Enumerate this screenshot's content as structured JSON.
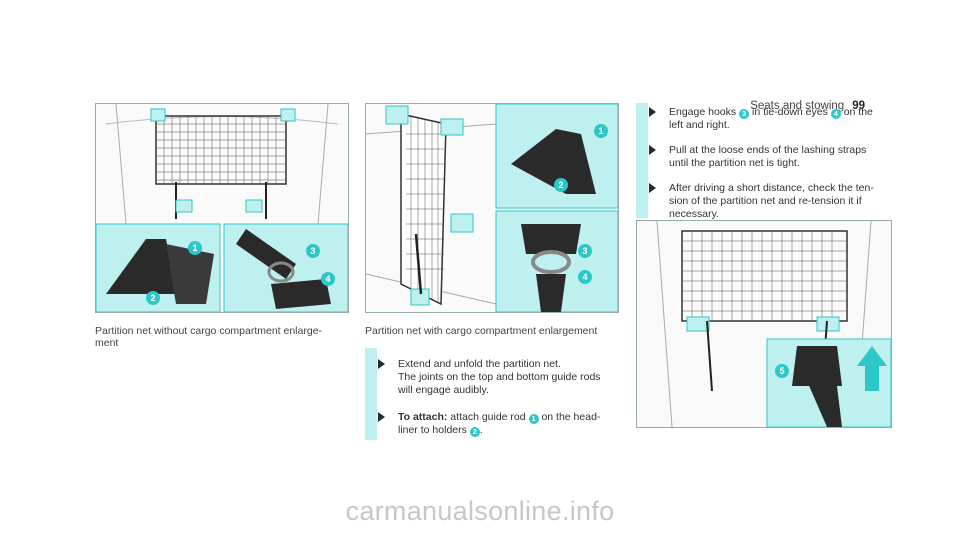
{
  "header": {
    "section": "Seats and stowing",
    "page": "99"
  },
  "figures": {
    "left_caption": [
      "Partition net without cargo compartment enlarge-",
      "ment"
    ],
    "middle_caption": "Partition net with cargo compartment enlargement",
    "callouts": {
      "n1": "1",
      "n2": "2",
      "n3": "3",
      "n4": "4",
      "n5": "5"
    }
  },
  "steps_middle": {
    "s1_line1": "Extend and unfold the partition net.",
    "s1_line2": "The joints on the top and bottom guide rods",
    "s1_line3": "will engage audibly.",
    "s2_bold": "To attach:",
    "s2_a": " attach guide rod ",
    "s2_b": " on the head-",
    "s2_line2_a": "liner to holders ",
    "s2_line2_b": "."
  },
  "steps_right": {
    "s1_a": "Engage hooks ",
    "s1_b": " in tie-down eyes ",
    "s1_c": " on the",
    "s1_line2": "left and right.",
    "s2_line1": "Pull at the loose ends of the lashing straps",
    "s2_line2": "until the partition net is tight.",
    "s3_line1": "After driving a short distance, check the ten-",
    "s3_line2": "sion of the partition net and re-tension it if",
    "s3_line3": "necessary."
  },
  "watermark": "carmanualsonline.info",
  "colors": {
    "accent": "#2ec7c7",
    "panel": "#bff0f0",
    "arrow": "#2a2a2a"
  }
}
